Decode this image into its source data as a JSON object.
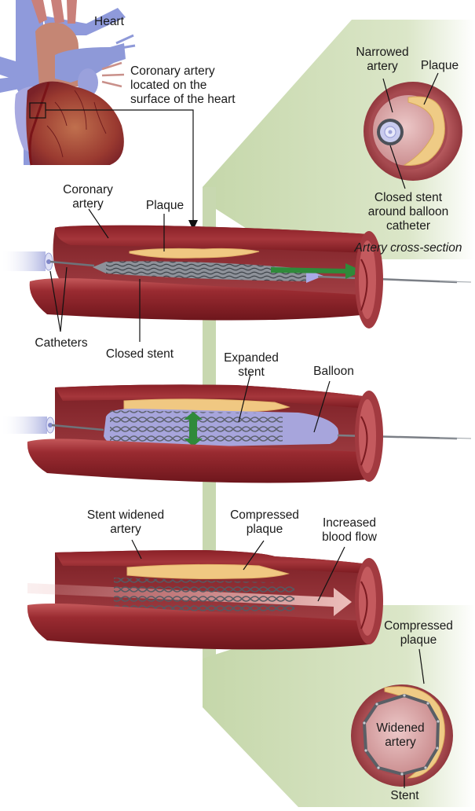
{
  "title": "Coronary artery stent placement",
  "colors": {
    "artery_dark": "#7e1c22",
    "artery_mid": "#a8383c",
    "artery_light": "#c86060",
    "plaque": "#efc77a",
    "plaque_light": "#f7deaa",
    "stent": "#6e737a",
    "balloon": "#a9a6dc",
    "vein_blue": "#8e99d8",
    "panel_green": "#c8d8b0",
    "arrow_green": "#2f8a3a",
    "lumen_pink": "#d89ea0"
  },
  "heart": {
    "label": "Heart",
    "location_label": "Coronary artery\nlocated on the\nsurface of the heart"
  },
  "cross_section_top": {
    "narrowed_label": "Narrowed\nartery",
    "plaque_label": "Plaque",
    "stent_label": "Closed stent\naround balloon\ncatheter",
    "caption": "Artery cross-section"
  },
  "step1": {
    "artery_label": "Coronary\nartery",
    "plaque_label": "Plaque",
    "catheters_label": "Catheters",
    "stent_label": "Closed stent"
  },
  "step2": {
    "expanded_label": "Expanded\nstent",
    "balloon_label": "Balloon"
  },
  "step3": {
    "widened_label": "Stent widened\nartery",
    "compressed_label": "Compressed\nplaque",
    "flow_label": "Increased\nblood flow"
  },
  "cross_section_bottom": {
    "compressed_label": "Compressed\nplaque",
    "widened_label": "Widened\nartery",
    "stent_label": "Stent"
  }
}
